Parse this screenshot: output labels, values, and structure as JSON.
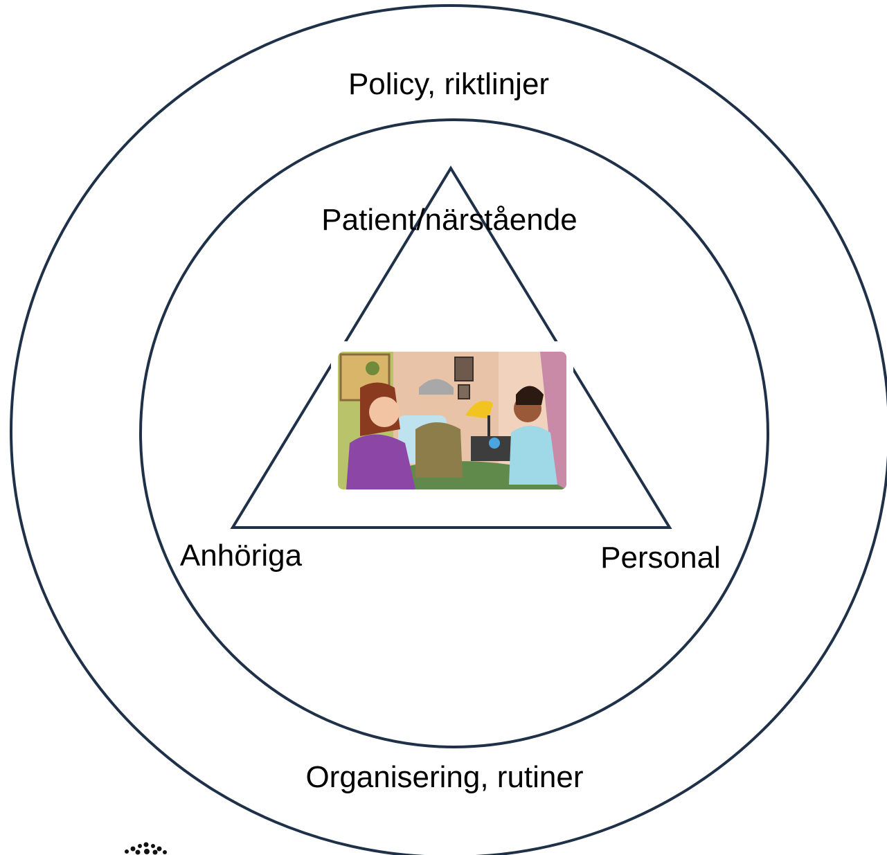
{
  "diagram": {
    "outer_ring_top_label": "Policy, riktlinjer",
    "outer_ring_bottom_label": "Organisering, rutiner",
    "triangle_top_label": "Patient/närstående",
    "triangle_left_label": "Anhöriga",
    "triangle_right_label": "Personal"
  },
  "colors": {
    "line": "#1f3148",
    "text": "#000000",
    "background": "#ffffff"
  },
  "illustration": {
    "subject": "family-and-nurse-meeting-illustration"
  },
  "logo": {
    "icon": "dots-cluster-logo-icon"
  }
}
